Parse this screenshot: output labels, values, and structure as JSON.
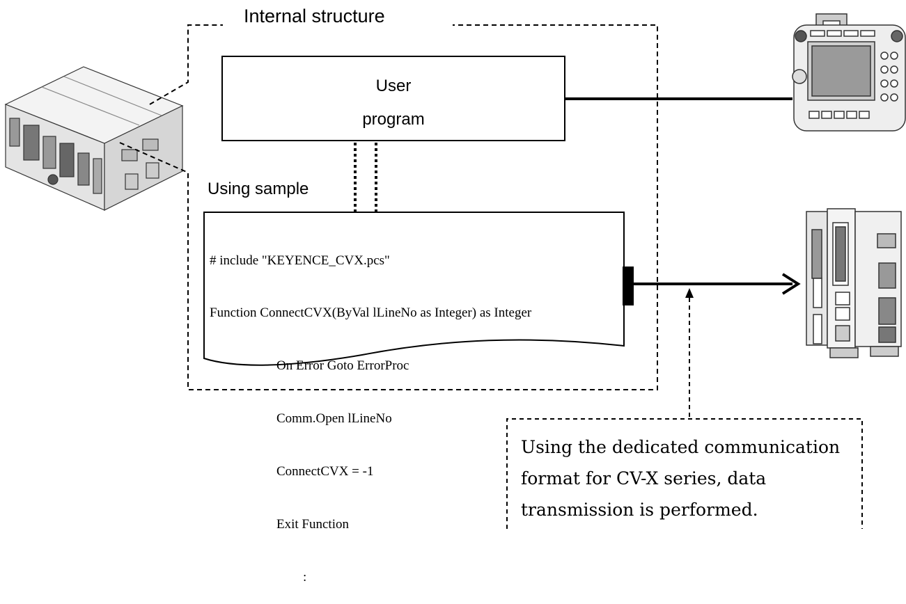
{
  "internal_structure_label": "Internal structure",
  "user_program": {
    "line1": "User",
    "line2": "program"
  },
  "using_sample_label": "Using sample",
  "code_lines": [
    {
      "indent": 0,
      "text": "# include \"KEYENCE_CVX.pcs\""
    },
    {
      "indent": 0,
      "text": "Function ConnectCVX(ByVal lLineNo as Integer) as Integer"
    },
    {
      "indent": 1,
      "text": "On Error Goto ErrorProc"
    },
    {
      "indent": 1,
      "text": "Comm.Open lLineNo"
    },
    {
      "indent": 1,
      "text": "ConnectCVX = -1"
    },
    {
      "indent": 1,
      "text": "Exit Function"
    },
    {
      "indent": 2,
      "text": ":"
    }
  ],
  "note_lines": [
    "Using the dedicated communication",
    "format for CV-X series, data",
    "transmission is performed."
  ]
}
